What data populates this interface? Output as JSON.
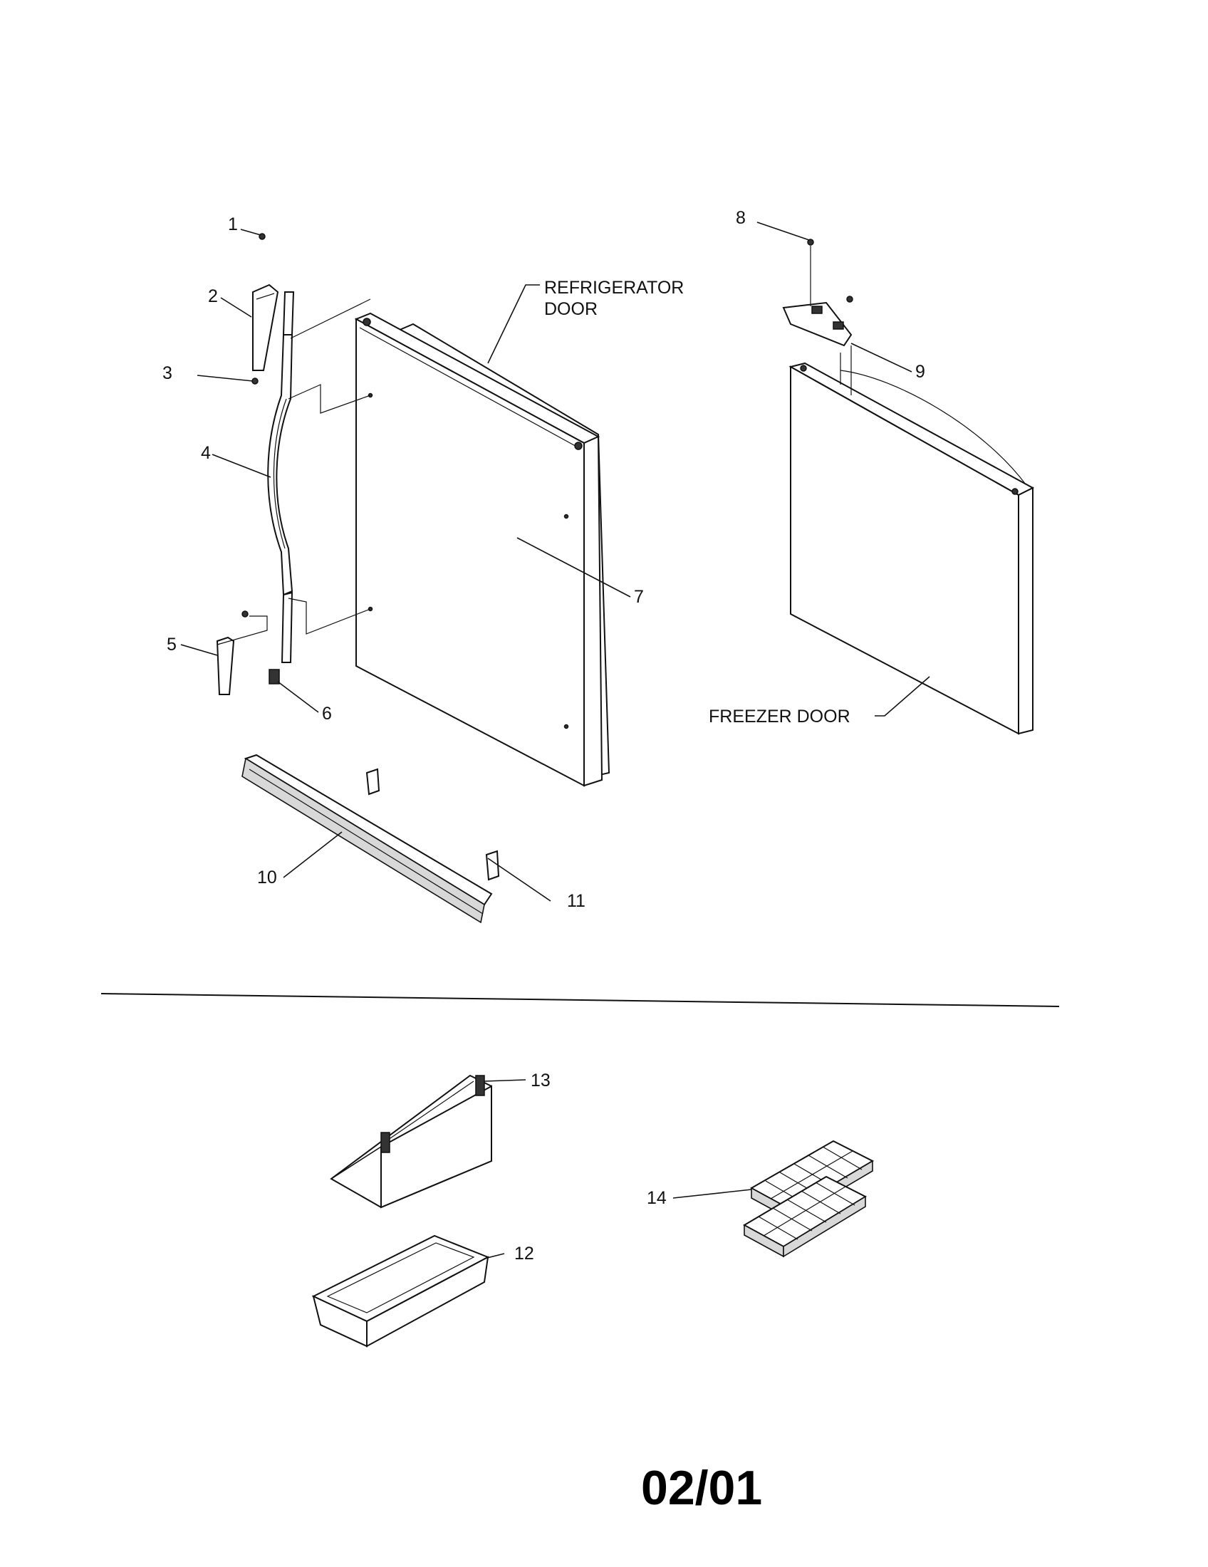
{
  "callouts": {
    "c1": "1",
    "c2": "2",
    "c3": "3",
    "c4": "4",
    "c5": "5",
    "c6": "6",
    "c7": "7",
    "c8": "8",
    "c9": "9",
    "c10": "10",
    "c11": "11",
    "c12": "12",
    "c13": "13",
    "c14": "14"
  },
  "labels": {
    "refrigerator_door_line1": "REFRIGERATOR",
    "refrigerator_door_line2": "DOOR",
    "freezer_door": "FREEZER DOOR"
  },
  "date_code": "02/01"
}
